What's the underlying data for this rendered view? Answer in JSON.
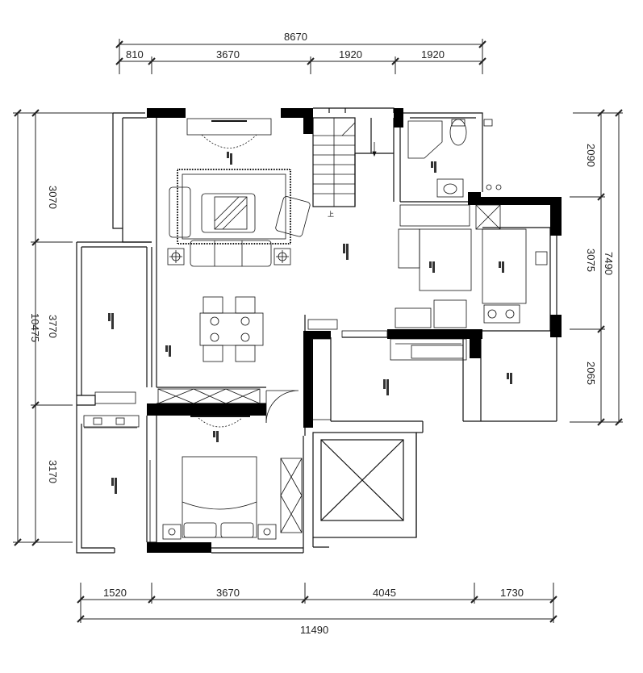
{
  "dimensions": {
    "top_total": "8670",
    "top_segments": [
      "810",
      "3670",
      "1920",
      "1920"
    ],
    "bottom_total": "11490",
    "bottom_segments": [
      "1520",
      "3670",
      "4045",
      "1730"
    ],
    "left_total": "10475",
    "left_segments": [
      "3070",
      "3770",
      "3170"
    ],
    "right_total": "7490",
    "right_segments": [
      "2090",
      "3075",
      "2065"
    ]
  },
  "stair_arrow_label": "上"
}
